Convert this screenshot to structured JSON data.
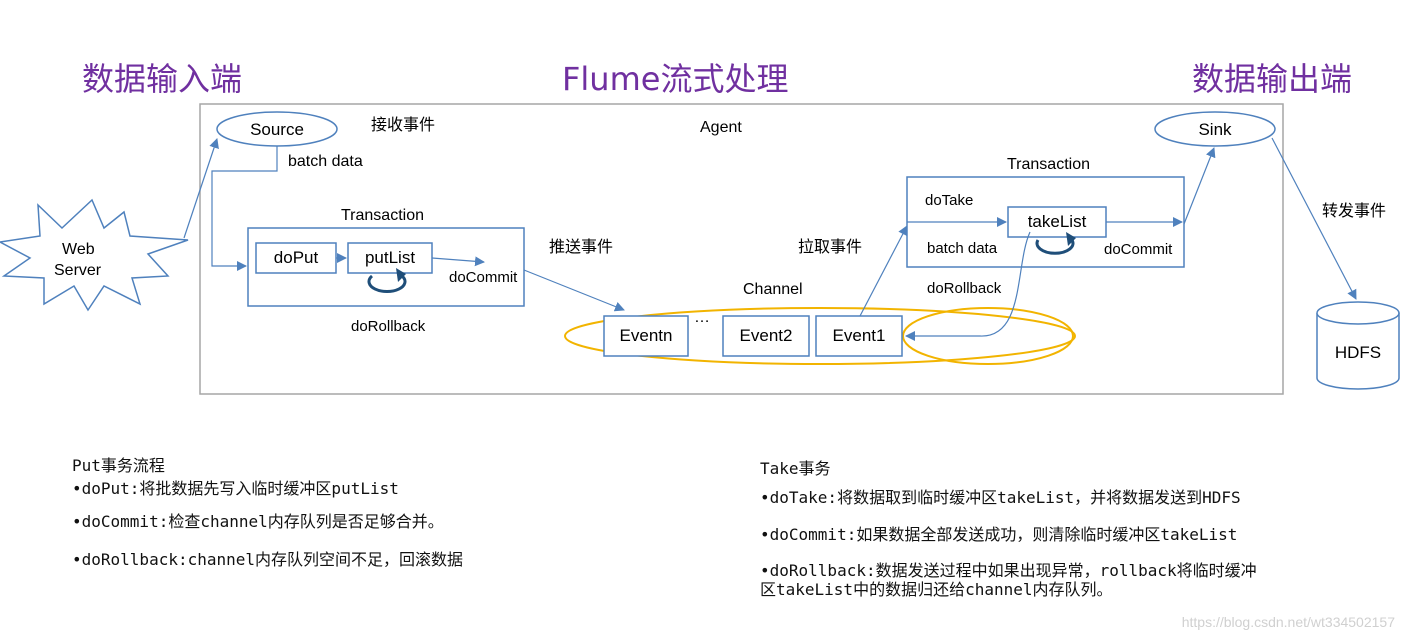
{
  "headings": {
    "left": "数据输入端",
    "center": "Flume流式处理",
    "right": "数据输出端"
  },
  "diagram": {
    "agent": "Agent",
    "source": "Source",
    "sink": "Sink",
    "web_server_line1": "Web",
    "web_server_line2": "Server",
    "hdfs": "HDFS",
    "receive_event": "接收事件",
    "batch_data_left": "batch data",
    "transaction_left": "Transaction",
    "doput": "doPut",
    "putlist": "putList",
    "docommit_left": "doCommit",
    "dorollback_left": "doRollback",
    "push_event": "推送事件",
    "channel": "Channel",
    "eventn": "Eventn",
    "ellipsis": "…",
    "event2": "Event2",
    "event1": "Event1",
    "pull_event": "拉取事件",
    "transaction_right": "Transaction",
    "dotake": "doTake",
    "takelist": "takeList",
    "batch_data_right": "batch data",
    "docommit_right": "doCommit",
    "dorollback_right": "doRollback",
    "forward_event": "转发事件"
  },
  "put_notes": {
    "title": "Put事务流程",
    "line1": "•doPut:将批数据先写入临时缓冲区putList",
    "line2": "•doCommit:检查channel内存队列是否足够合并。",
    "line3": "•doRollback:channel内存队列空间不足，回滚数据"
  },
  "take_notes": {
    "title": "Take事务",
    "line1": "•doTake:将数据取到临时缓冲区takeList，并将数据发送到HDFS",
    "line2": "•doCommit:如果数据全部发送成功，则清除临时缓冲区takeList",
    "line3a": "•doRollback:数据发送过程中如果出现异常，rollback将临时缓冲",
    "line3b": "区takeList中的数据归还给channel内存队列。"
  },
  "watermark": "https://blog.csdn.net/wt334502157",
  "colors": {
    "heading": "#7030a0",
    "box_border": "#4f81bd",
    "channel_ellipse": "#f2b400",
    "agent_border": "#a6a6a6"
  }
}
